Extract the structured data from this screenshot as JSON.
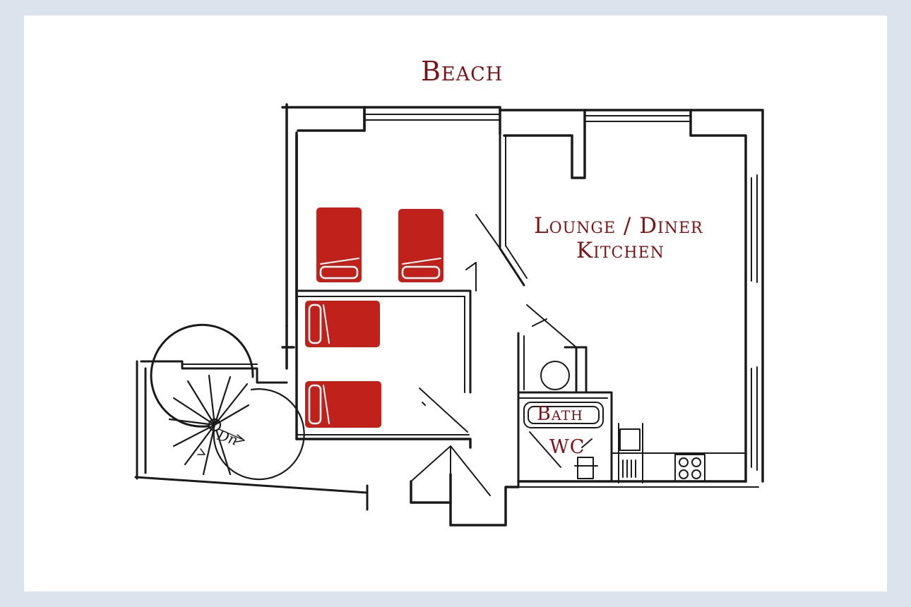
{
  "labels": {
    "beach": "Beach",
    "lounge": "Lounge / Diner",
    "kitchen": "Kitchen",
    "bath": "Bath",
    "wc": "WC",
    "stairs_down": "Dn"
  },
  "colors": {
    "background": "#dbe3ec",
    "paper": "#ffffff",
    "label_text": "#7a1418",
    "bed_fill": "#c0211a",
    "wall_ink": "#1a1a1a"
  },
  "icons": [
    "bed-icon",
    "spiral-staircase-icon",
    "hob-icon",
    "sink-icon",
    "toilet-icon",
    "bath-icon"
  ]
}
